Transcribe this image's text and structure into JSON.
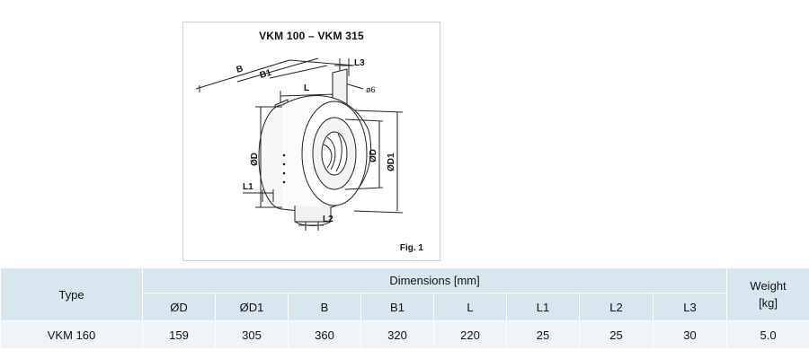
{
  "figure": {
    "title": "VKM 100 – VKM 315",
    "caption": "Fig. 1",
    "labels": {
      "B": "B",
      "B1": "B1",
      "L3": "L3",
      "L": "L",
      "d6": "ø6",
      "dD_left": "ØD",
      "dD_right": "ØD",
      "dD1": "ØD1",
      "L1": "L1",
      "L2": "L2"
    }
  },
  "table": {
    "type_header": "Type",
    "dimensions_header": "Dimensions [mm]",
    "weight_header_line1": "Weight",
    "weight_header_line2": "[kg]",
    "columns": [
      "ØD",
      "ØD1",
      "B",
      "B1",
      "L",
      "L1",
      "L2",
      "L3"
    ],
    "rows": [
      {
        "type": "VKM 160",
        "values": [
          "159",
          "305",
          "360",
          "320",
          "220",
          "25",
          "25",
          "30"
        ],
        "weight": "5.0"
      }
    ]
  }
}
